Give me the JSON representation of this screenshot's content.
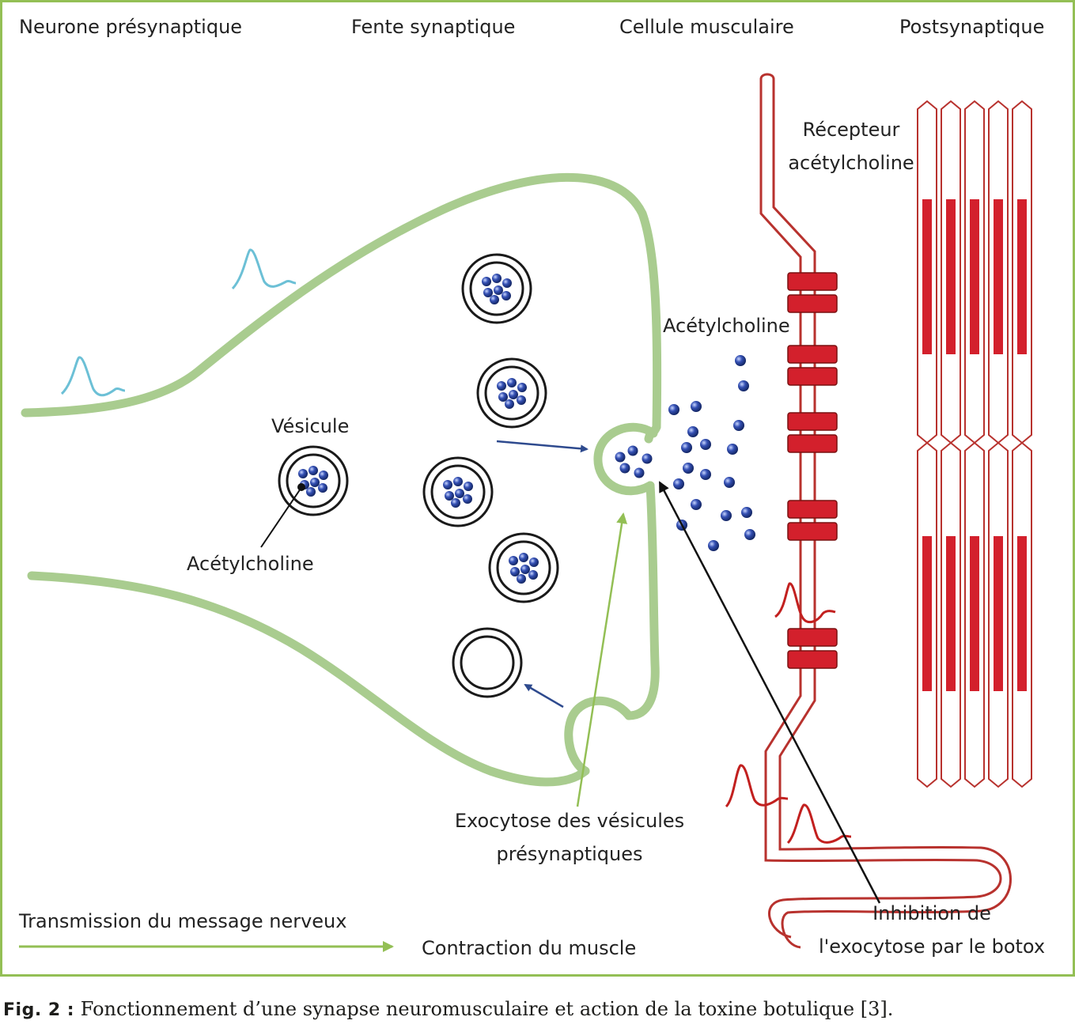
{
  "headers": {
    "presynaptic_neuron": "Neurone présynaptique",
    "synaptic_cleft": "Fente synaptique",
    "muscle_cell": "Cellule musculaire",
    "postsynaptic": "Postsynaptique"
  },
  "labels": {
    "receptor_line1": "Récepteur",
    "receptor_line2": "acétylcholine",
    "acetylcholine_cleft": "Acétylcholine",
    "vesicle": "Vésicule",
    "acetylcholine_vesicle": "Acétylcholine",
    "exocytosis_line1": "Exocytose des vésicules",
    "exocytosis_line2": "présynaptiques",
    "inhibition_line1": "Inhibition de",
    "inhibition_line2": "l'exocytose par le botox",
    "transmission": "Transmission du message nerveux",
    "contraction": "Contraction du muscle"
  },
  "caption": {
    "fig_label": "Fig. 2 :",
    "text": "Fonctionnement d’une synapse neuromusculaire et action de la toxine botulique [3]."
  },
  "colors": {
    "frame": "#93bf55",
    "membrane": "#a9cc8f",
    "impulse_blue": "#6cc0d6",
    "muscle_red": "#b8322e",
    "receptor_red": "#d3202c",
    "acetylcholine_blue": "#1f3a93",
    "arrow_blue": "#2e4a8e",
    "arrow_green": "#93bf55",
    "arrow_black": "#111111"
  }
}
